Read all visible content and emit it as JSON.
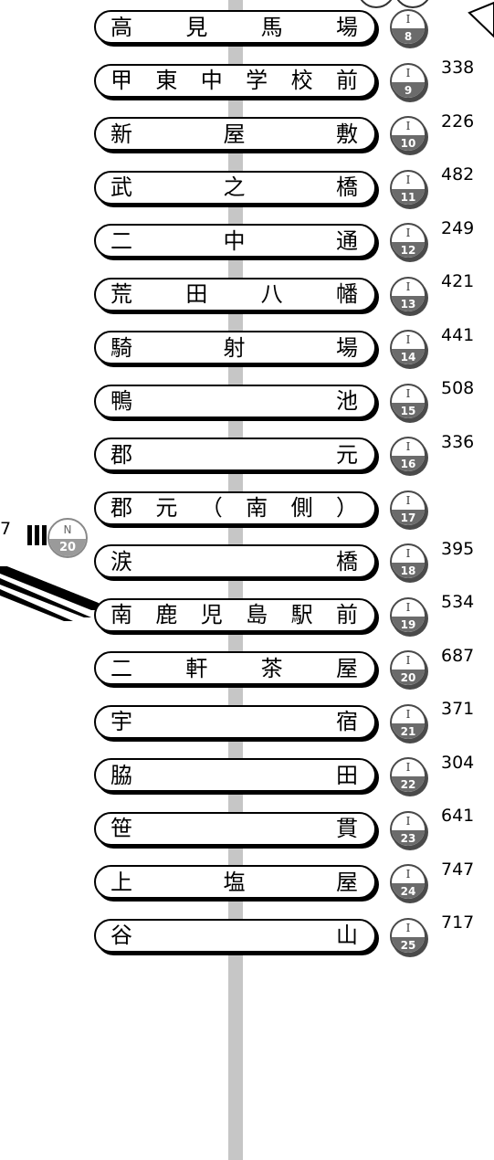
{
  "line_code": "I",
  "stations": [
    {
      "name": [
        "高",
        "見",
        "馬",
        "場"
      ],
      "number": "8"
    },
    {
      "name": [
        "甲",
        "東",
        "中",
        "学",
        "校",
        "前"
      ],
      "number": "9"
    },
    {
      "name": [
        "新",
        "屋",
        "敷"
      ],
      "number": "10"
    },
    {
      "name": [
        "武",
        "之",
        "橋"
      ],
      "number": "11"
    },
    {
      "name": [
        "二",
        "中",
        "通"
      ],
      "number": "12"
    },
    {
      "name": [
        "荒",
        "田",
        "八",
        "幡"
      ],
      "number": "13"
    },
    {
      "name": [
        "騎",
        "射",
        "場"
      ],
      "number": "14"
    },
    {
      "name": [
        "鴨",
        "池"
      ],
      "number": "15"
    },
    {
      "name": [
        "郡",
        "元"
      ],
      "number": "16"
    },
    {
      "name": [
        "郡",
        "元",
        "（",
        "南",
        "側",
        "）"
      ],
      "number": "17"
    },
    {
      "name": [
        "涙",
        "橋"
      ],
      "number": "18"
    },
    {
      "name": [
        "南",
        "鹿",
        "児",
        "島",
        "駅",
        "前"
      ],
      "number": "19"
    },
    {
      "name": [
        "二",
        "軒",
        "茶",
        "屋"
      ],
      "number": "20"
    },
    {
      "name": [
        "宇",
        "宿"
      ],
      "number": "21"
    },
    {
      "name": [
        "脇",
        "田"
      ],
      "number": "22"
    },
    {
      "name": [
        "笹",
        "貫"
      ],
      "number": "23"
    },
    {
      "name": [
        "上",
        "塩",
        "屋"
      ],
      "number": "24"
    },
    {
      "name": [
        "谷",
        "山"
      ],
      "number": "25"
    }
  ],
  "distances": [
    "338",
    "226",
    "482",
    "249",
    "421",
    "441",
    "508",
    "336",
    "395",
    "534",
    "687",
    "371",
    "304",
    "641",
    "747",
    "717"
  ],
  "branch": {
    "line_code": "N",
    "number": "20",
    "distance_fragment": "7"
  },
  "colors": {
    "track": "#c6c6c6",
    "badge_fill": "#6b6b6b",
    "branch_badge_fill": "#9a9a9a"
  }
}
